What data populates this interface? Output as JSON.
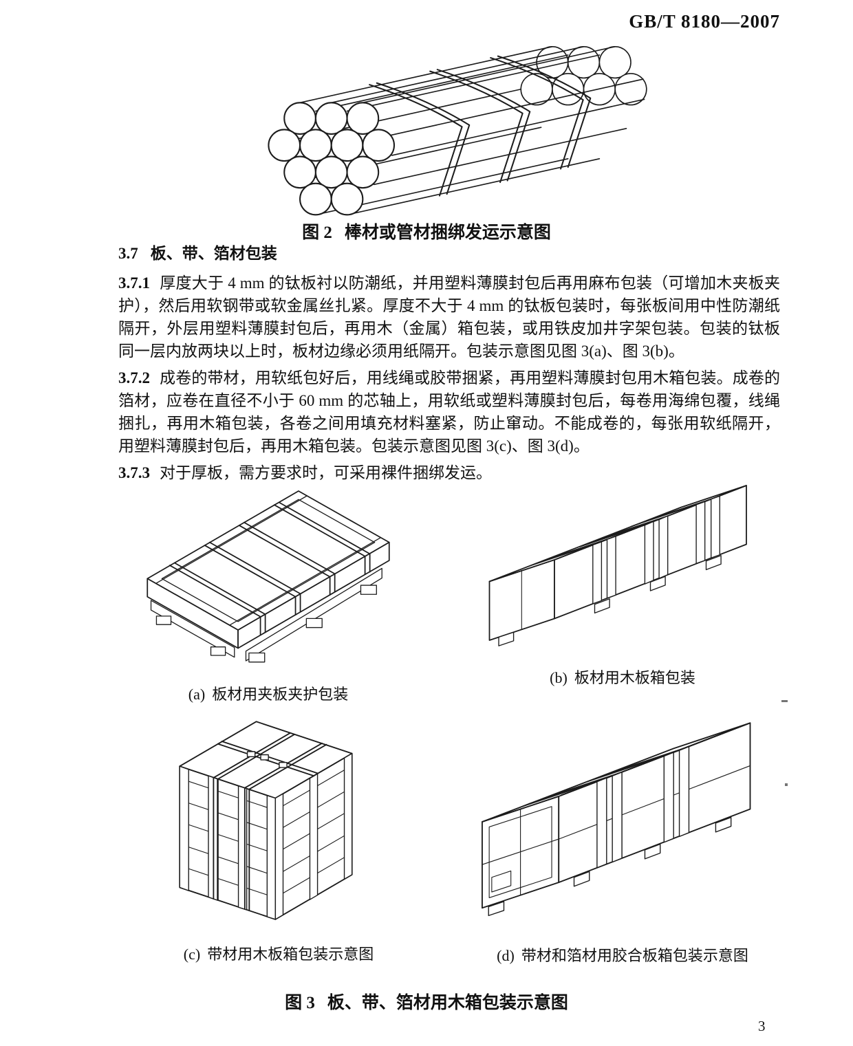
{
  "header": {
    "standard_code": "GB/T 8180—2007"
  },
  "figure2": {
    "label": "图 2",
    "caption": "棒材或管材捆绑发运示意图"
  },
  "section37": {
    "number": "3.7",
    "title": "板、带、箔材包装",
    "clauses": [
      {
        "number": "3.7.1",
        "text": "厚度大于 4 mm 的钛板衬以防潮纸，并用塑料薄膜封包后再用麻布包装（可增加木夹板夹护），然后用软钢带或软金属丝扎紧。厚度不大于 4 mm 的钛板包装时，每张板间用中性防潮纸隔开，外层用塑料薄膜封包后，再用木（金属）箱包装，或用铁皮加井字架包装。包装的钛板同一层内放两块以上时，板材边缘必须用纸隔开。包装示意图见图 3(a)、图 3(b)。"
      },
      {
        "number": "3.7.2",
        "text": "成卷的带材，用软纸包好后，用线绳或胶带捆紧，再用塑料薄膜封包用木箱包装。成卷的箔材，应卷在直径不小于 60 mm 的芯轴上，用软纸或塑料薄膜封包后，每卷用海绵包覆，线绳捆扎，再用木箱包装，各卷之间用填充材料塞紧，防止窜动。不能成卷的，每张用软纸隔开，用塑料薄膜封包后，再用木箱包装。包装示意图见图 3(c)、图 3(d)。"
      },
      {
        "number": "3.7.3",
        "text": "对于厚板，需方要求时，可采用裸件捆绑发运。"
      }
    ]
  },
  "figure3": {
    "label": "图 3",
    "caption": "板、带、箔材用木箱包装示意图",
    "subfigures": [
      {
        "label": "(a)",
        "caption": "板材用夹板夹护包装"
      },
      {
        "label": "(b)",
        "caption": "板材用木板箱包装"
      },
      {
        "label": "(c)",
        "caption": "带材用木板箱包装示意图"
      },
      {
        "label": "(d)",
        "caption": "带材和箔材用胶合板箱包装示意图"
      }
    ]
  },
  "footer": {
    "page_number": "3"
  }
}
